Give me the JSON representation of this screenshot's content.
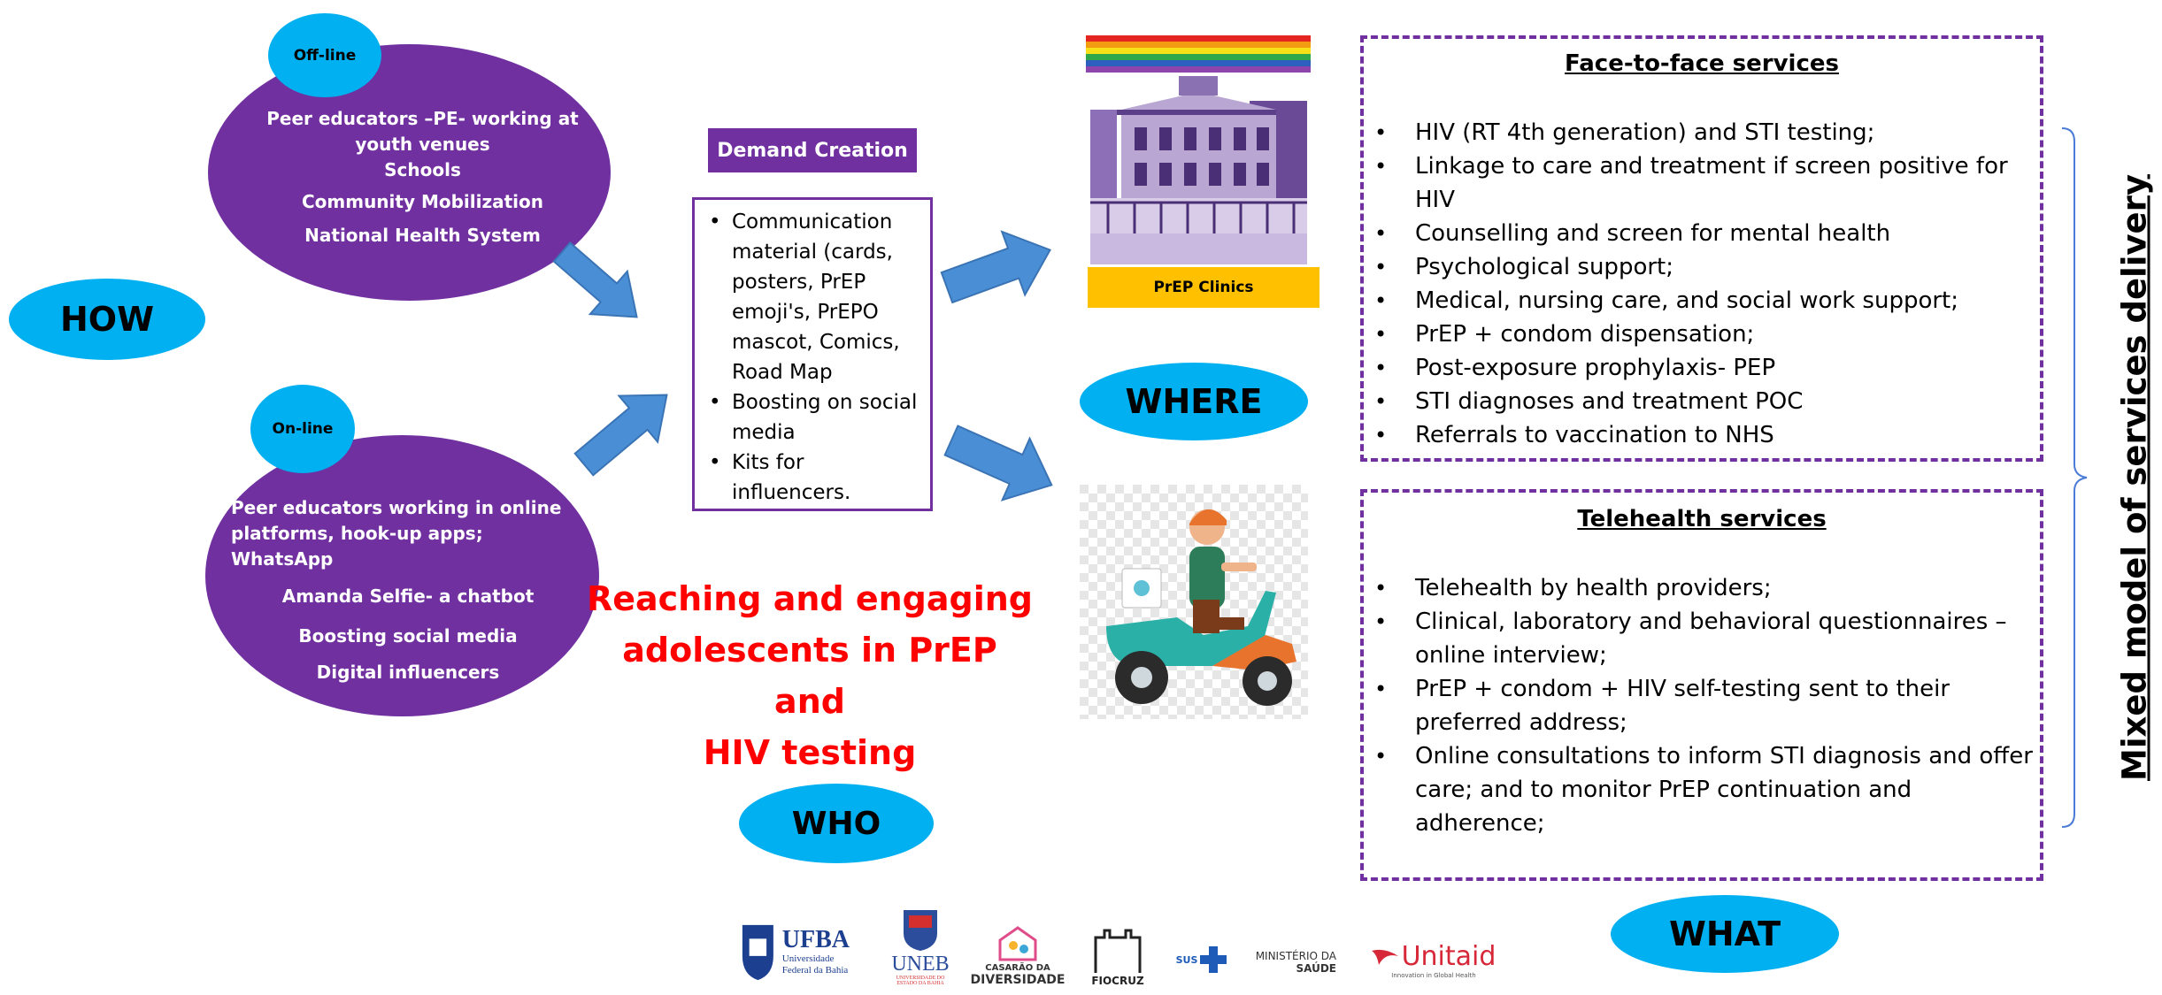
{
  "how": {
    "label": "HOW",
    "offline": {
      "tag": "Off-line",
      "items": [
        "Peer educators –PE- working at",
        "youth venues",
        "Schools",
        "Community Mobilization",
        "National Health System"
      ]
    },
    "online": {
      "tag": "On-line",
      "items": [
        "Peer educators working in online",
        "platforms, hook-up apps;",
        "WhatsApp",
        "Amanda Selfie- a chatbot",
        "Boosting social media",
        "Digital influencers"
      ]
    }
  },
  "demand": {
    "title": "Demand Creation",
    "items": [
      [
        "Communication",
        "material (cards,",
        "posters, PrEP",
        "emoji's, PrEPO",
        "mascot, Comics,",
        "Road Map"
      ],
      [
        "Boosting on social",
        "media"
      ],
      [
        "Kits for",
        "influencers."
      ]
    ]
  },
  "headline": [
    "Reaching and engaging",
    "adolescents in PrEP and",
    "HIV testing"
  ],
  "who_label": "WHO",
  "where": {
    "label": "WHERE",
    "clinic_label": "PrEP Clinics"
  },
  "face_to_face": {
    "title": "Face-to-face services",
    "items": [
      "HIV (RT 4th generation) and STI testing;",
      "Linkage to care and treatment if screen positive for HIV",
      "Counselling and screen for mental health",
      "Psychological support;",
      "Medical, nursing care, and social work support;",
      "PrEP + condom dispensation;",
      "Post-exposure prophylaxis- PEP",
      "STI diagnoses and treatment POC",
      "Referrals to vaccination to NHS"
    ]
  },
  "telehealth": {
    "title": "Telehealth services",
    "items": [
      "Telehealth by health providers;",
      "Clinical, laboratory and behavioral questionnaires – online interview;",
      "PrEP + condom + HIV self-testing sent to their preferred address;",
      "Online consultations to inform STI diagnosis and offer care; and to monitor PrEP continuation and adherence;"
    ]
  },
  "what_label": "WHAT",
  "side_label": "Mixed model of services delivery",
  "logos": {
    "ufba": [
      "UFBA",
      "Universidade",
      "Federal da Bahia"
    ],
    "uneb": [
      "UNEB",
      "UNIVERSIDADE DO",
      "ESTADO DA BAHIA"
    ],
    "casarao": [
      "CASARÃO DA",
      "DIVERSIDADE"
    ],
    "fiocruz": "FIOCRUZ",
    "sus": "SUS",
    "ministerio": [
      "MINISTÉRIO DA",
      "SAÚDE"
    ],
    "unitaid": [
      "Unitaid",
      "Innovation in Global Health"
    ]
  },
  "colors": {
    "purple": "#7030a0",
    "blue": "#00b0f0",
    "red": "#ff0000",
    "gold": "#ffc000",
    "arrow": "#4a8fd6"
  }
}
